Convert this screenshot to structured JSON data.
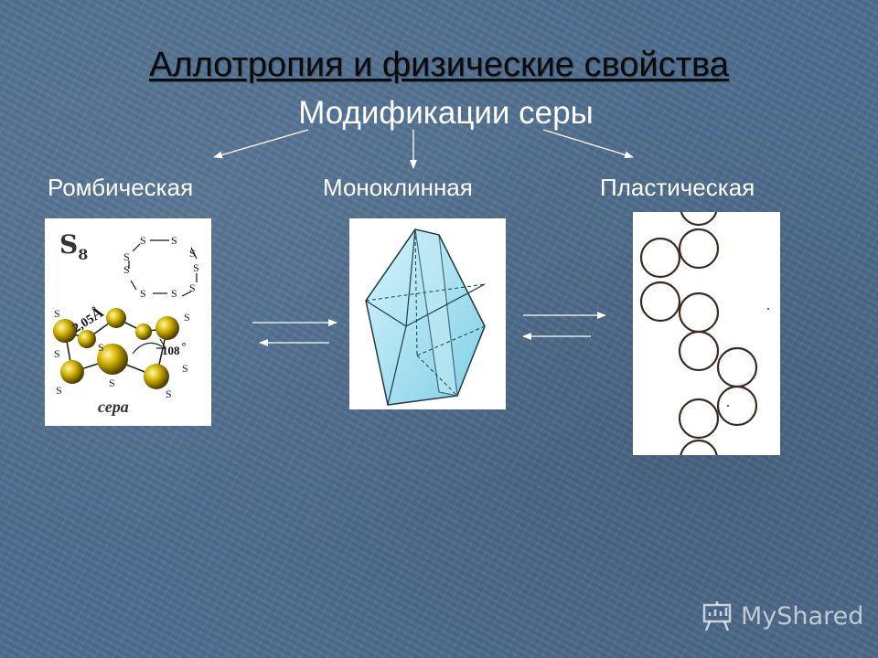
{
  "slide": {
    "title": "Аллотропия и физические свойства",
    "subtitle": "Модификации серы"
  },
  "modifications": [
    {
      "label": "Ромбическая"
    },
    {
      "label": "Моноклинная"
    },
    {
      "label": "Пластическая"
    }
  ],
  "rhombic_image": {
    "formula_symbol": "S",
    "formula_subscript": "8",
    "atom_symbol": "S",
    "bond_length": "2,05",
    "angstrom_symbol": "Å",
    "bond_angle": "108",
    "degree_symbol": "°",
    "caption": "сера"
  },
  "watermark": {
    "text": "MyShared"
  }
}
